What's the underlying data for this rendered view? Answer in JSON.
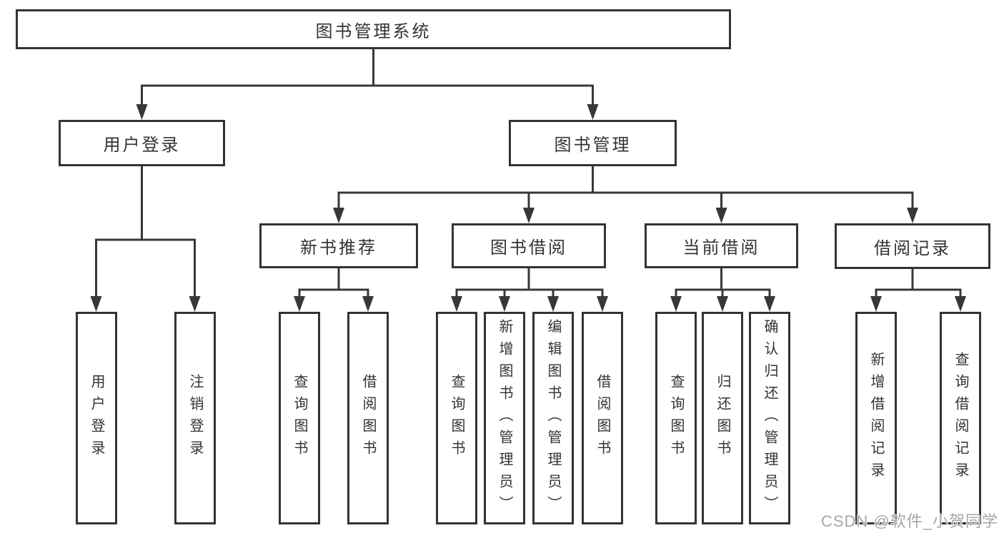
{
  "diagram": {
    "root": {
      "label": "图书管理系统",
      "children": [
        {
          "label": "用户登录",
          "children": [
            {
              "label": "用户登录"
            },
            {
              "label": "注销登录"
            }
          ]
        },
        {
          "label": "图书管理",
          "children": [
            {
              "label": "新书推荐",
              "children": [
                {
                  "label": "查询图书"
                },
                {
                  "label": "借阅图书"
                }
              ]
            },
            {
              "label": "图书借阅",
              "children": [
                {
                  "label": "查询图书"
                },
                {
                  "label": "新增图书（管理员）"
                },
                {
                  "label": "编辑图书（管理员）"
                },
                {
                  "label": "借阅图书"
                }
              ]
            },
            {
              "label": "当前借阅",
              "children": [
                {
                  "label": "查询图书"
                },
                {
                  "label": "归还图书"
                },
                {
                  "label": "确认归还（管理员）"
                }
              ]
            },
            {
              "label": "借阅记录",
              "children": [
                {
                  "label": "新增借阅记录"
                },
                {
                  "label": "查询借阅记录"
                }
              ]
            }
          ]
        }
      ]
    }
  },
  "watermark": {
    "text": "CSDN @软件_小贺同学"
  },
  "colors": {
    "line": "#383838",
    "text": "#333333",
    "background": "#ffffff",
    "watermark": "#a6a6a6"
  }
}
